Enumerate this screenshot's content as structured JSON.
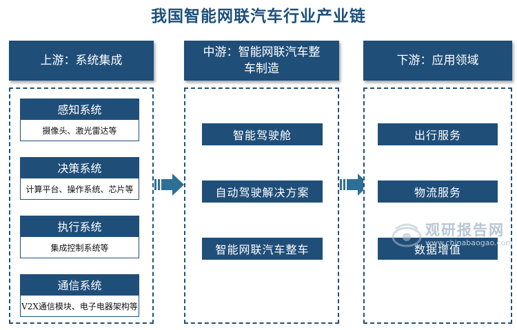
{
  "title": "我国智能网联汽车行业产业链",
  "upstream": {
    "header": "上游：系统集成",
    "systems": [
      {
        "title": "感知系统",
        "detail": "摄像头、激光雷达等"
      },
      {
        "title": "决策系统",
        "detail": "计算平台、操作系统、芯片等"
      },
      {
        "title": "执行系统",
        "detail": "集成控制系统等"
      },
      {
        "title": "通信系统",
        "detail": "V2X通信模块、电子电器架构等"
      }
    ]
  },
  "midstream": {
    "header_line1": "中游：智能网联汽车整",
    "header_line2": "车制造",
    "items": [
      "智能驾驶舱",
      "自动驾驶解决方案",
      "智能网联汽车整车"
    ]
  },
  "downstream": {
    "header": "下游：应用领域",
    "items": [
      "出行服务",
      "物流服务",
      "数据增值"
    ]
  },
  "watermark": {
    "name": "观研报告网",
    "url": "www.chinabaogao.com"
  },
  "colors": {
    "primary": "#1f4e79",
    "arrow": "#2e6f96",
    "title": "#1c4f7a"
  }
}
